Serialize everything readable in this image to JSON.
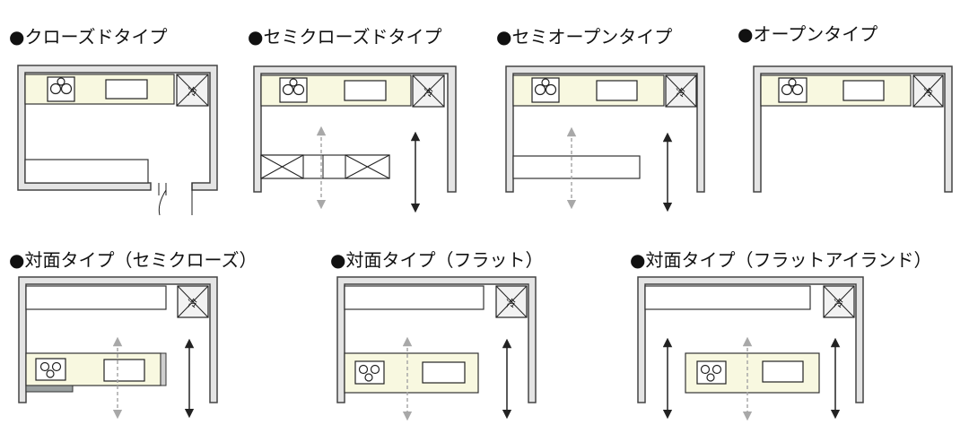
{
  "labels": [
    "●クローズドタイプ",
    "●セミクローズドタイプ",
    "●セミオープンタイプ",
    "●オープンタイプ",
    "●対面タイプ（セミクローズ）",
    "●対面タイプ（フラット）",
    "●対面タイプ（フラットアイランド）"
  ],
  "fridge_text": "冷",
  "colors": {
    "wall": "#444444",
    "counter": "#f8f8e0",
    "arrow_dark": "#222222",
    "arrow_light": "#a0a0a0"
  }
}
